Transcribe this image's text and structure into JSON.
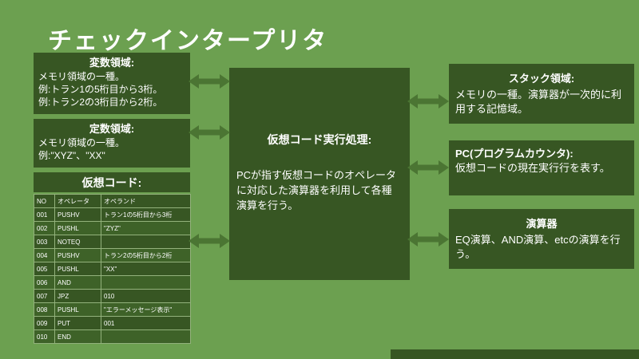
{
  "slide": {
    "title": "チェックインタープリタ"
  },
  "left": {
    "variable": {
      "title": "変数領域:",
      "lines": [
        "メモリ領域の一種。",
        "例:トラン1の5桁目から3桁。",
        "例:トラン2の3桁目から2桁。"
      ]
    },
    "constant": {
      "title": "定数領域:",
      "lines": [
        "メモリ領域の一種。",
        "例:\"XYZ\"、\"XX\""
      ]
    },
    "vcode_title": "仮想コード:"
  },
  "table": {
    "headers": [
      "NO",
      "オペレータ",
      "オペランド"
    ],
    "rows": [
      [
        "001",
        "PUSHV",
        "トラン1の5桁目から3桁"
      ],
      [
        "002",
        "PUSHL",
        "\"ZYZ\""
      ],
      [
        "003",
        "NOTEQ",
        ""
      ],
      [
        "004",
        "PUSHV",
        "トラン2の5桁目から2桁"
      ],
      [
        "005",
        "PUSHL",
        "\"XX\""
      ],
      [
        "006",
        "AND",
        ""
      ],
      [
        "007",
        "JPZ",
        "010"
      ],
      [
        "008",
        "PUSHL",
        "\"エラーメッセージ表示\""
      ],
      [
        "009",
        "PUT",
        "001"
      ],
      [
        "010",
        "END",
        ""
      ]
    ]
  },
  "center": {
    "title": "仮想コード実行処理:",
    "body": "PCが指す仮想コードのオペレータに対応した演算器を利用して各種演算を行う。"
  },
  "right": {
    "stack": {
      "title": "スタック領域:",
      "body": "メモリの一種。演算器が一次的に利用する記憶域。"
    },
    "pc": {
      "title": "PC(プログラムカウンタ):",
      "body": "仮想コードの現在実行行を表す。"
    },
    "alu": {
      "title": "演算器",
      "body": "EQ演算、AND演算、etcの演算を行う。"
    }
  },
  "colors": {
    "background": "#6ca050",
    "panel": "#375623",
    "panel-alt": "#3e6228",
    "arrow": "#4b7533",
    "table-border": "#93b27c",
    "text": "#ffffff"
  }
}
